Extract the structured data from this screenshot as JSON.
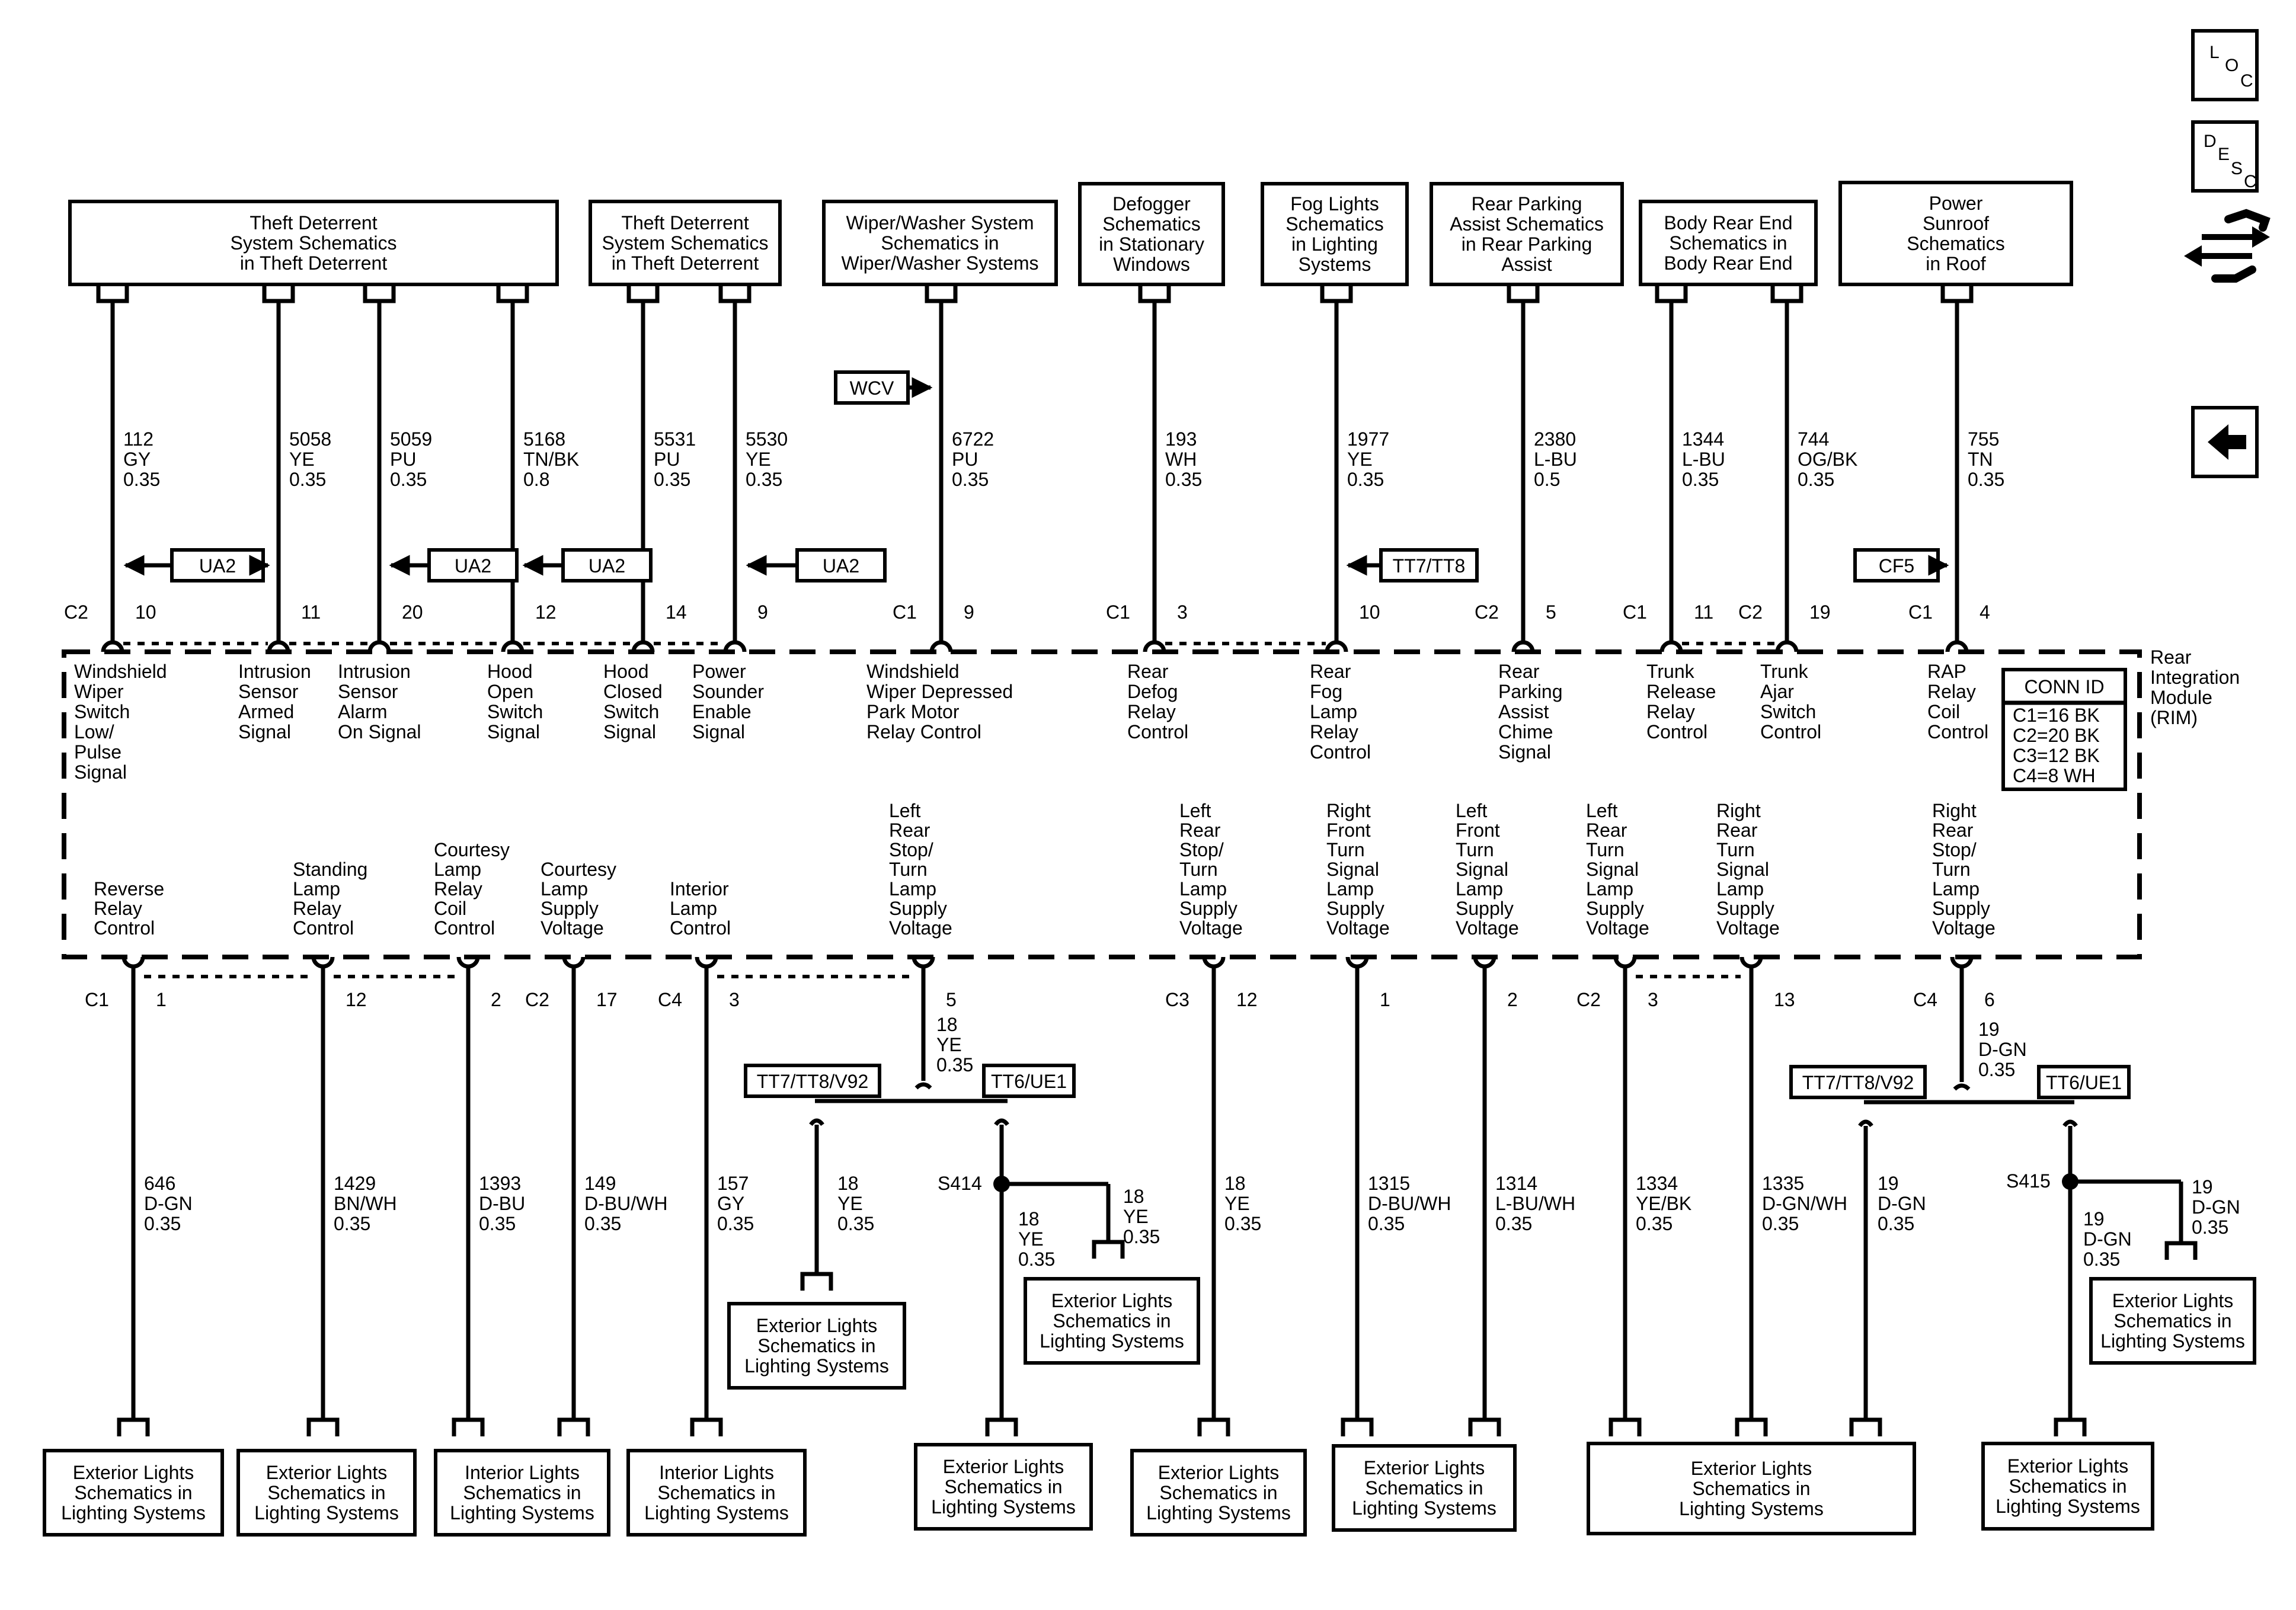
{
  "side_icons": {
    "loc": [
      "L",
      "O",
      "C"
    ],
    "desc": [
      "D",
      "E",
      "S",
      "C"
    ]
  },
  "module": {
    "name": [
      "Rear",
      "Integration",
      "Module",
      "(RIM)"
    ],
    "conn_id": {
      "title": "CONN ID",
      "rows": [
        "C1=16 BK",
        "C2=20 BK",
        "C3=12 BK",
        "C4=8 WH"
      ]
    }
  },
  "top_boxes": [
    {
      "lines": [
        "Theft Deterrent",
        "System Schematics",
        "in Theft Deterrent"
      ]
    },
    {
      "lines": [
        "Theft Deterrent",
        "System Schematics",
        "in Theft Deterrent"
      ]
    },
    {
      "lines": [
        "Wiper/Washer System",
        "Schematics in",
        "Wiper/Washer Systems"
      ]
    },
    {
      "lines": [
        "Defogger",
        "Schematics",
        "in Stationary",
        "Windows"
      ]
    },
    {
      "lines": [
        "Fog Lights",
        "Schematics",
        "in Lighting",
        "Systems"
      ]
    },
    {
      "lines": [
        "Rear Parking",
        "Assist Schematics",
        "in Rear Parking",
        "Assist"
      ]
    },
    {
      "lines": [
        "Body Rear End",
        "Schematics in",
        "Body Rear End"
      ]
    },
    {
      "lines": [
        "Power",
        "Sunroof",
        "Schematics",
        "in Roof"
      ]
    }
  ],
  "top_wires": [
    {
      "circuit": [
        "112",
        "GY",
        "0.35"
      ],
      "conn": "C2",
      "pin": "10",
      "signal": [
        "Windshield",
        "Wiper",
        "Switch",
        "Low/",
        "Pulse",
        "Signal"
      ]
    },
    {
      "circuit": [
        "5058",
        "YE",
        "0.35"
      ],
      "conn": "",
      "pin": "11",
      "signal": [
        "Intrusion",
        "Sensor",
        "Armed",
        "Signal"
      ]
    },
    {
      "circuit": [
        "5059",
        "PU",
        "0.35"
      ],
      "conn": "",
      "pin": "20",
      "signal": [
        "Intrusion",
        "Sensor",
        "Alarm",
        "On Signal"
      ]
    },
    {
      "circuit": [
        "5168",
        "TN/BK",
        "0.8"
      ],
      "conn": "",
      "pin": "12",
      "signal": [
        "Hood",
        "Open",
        "Switch",
        "Signal"
      ]
    },
    {
      "circuit": [
        "5531",
        "PU",
        "0.35"
      ],
      "conn": "",
      "pin": "14",
      "signal": [
        "Hood",
        "Closed",
        "Switch",
        "Signal"
      ]
    },
    {
      "circuit": [
        "5530",
        "YE",
        "0.35"
      ],
      "conn": "",
      "pin": "9",
      "signal": [
        "Power",
        "Sounder",
        "Enable",
        "Signal"
      ]
    },
    {
      "circuit": [
        "6722",
        "PU",
        "0.35"
      ],
      "conn": "C1",
      "pin": "9",
      "signal": [
        "Windshield",
        "Wiper Depressed",
        "Park Motor",
        "Relay Control"
      ]
    },
    {
      "circuit": [
        "193",
        "WH",
        "0.35"
      ],
      "conn": "C1",
      "pin": "3",
      "signal": [
        "Rear",
        "Defog",
        "Relay",
        "Control"
      ]
    },
    {
      "circuit": [
        "1977",
        "YE",
        "0.35"
      ],
      "conn": "",
      "pin": "10",
      "signal": [
        "Rear",
        "Fog",
        "Lamp",
        "Relay",
        "Control"
      ]
    },
    {
      "circuit": [
        "2380",
        "L-BU",
        "0.5"
      ],
      "conn": "C2",
      "pin": "5",
      "signal": [
        "Rear",
        "Parking",
        "Assist",
        "Chime",
        "Signal"
      ]
    },
    {
      "circuit": [
        "1344",
        "L-BU",
        "0.35"
      ],
      "conn": "C1",
      "pin": "11",
      "signal": [
        "Trunk",
        "Release",
        "Relay",
        "Control"
      ]
    },
    {
      "circuit": [
        "744",
        "OG/BK",
        "0.35"
      ],
      "conn": "C2",
      "pin": "19",
      "signal": [
        "Trunk",
        "Ajar",
        "Switch",
        "Control"
      ]
    },
    {
      "circuit": [
        "755",
        "TN",
        "0.35"
      ],
      "conn": "C1",
      "pin": "4",
      "signal": [
        "RAP",
        "Relay",
        "Coil",
        "Control"
      ]
    }
  ],
  "options": {
    "ua2": "UA2",
    "wcv": "WCV",
    "tt7tt8": "TT7/TT8",
    "cf5": "CF5",
    "tt7tt8v92": "TT7/TT8/V92",
    "tt6ue1": "TT6/UE1"
  },
  "bottom_wires": [
    {
      "signal": [
        "Reverse",
        "Relay",
        "Control"
      ],
      "conn": "C1",
      "pin": "1",
      "circuit": [
        "646",
        "D-GN",
        "0.35"
      ],
      "box": [
        "Exterior Lights",
        "Schematics in",
        "Lighting Systems"
      ]
    },
    {
      "signal": [
        "Standing",
        "Lamp",
        "Relay",
        "Control"
      ],
      "conn": "",
      "pin": "12",
      "circuit": [
        "1429",
        "BN/WH",
        "0.35"
      ],
      "box": [
        "Exterior Lights",
        "Schematics in",
        "Lighting Systems"
      ]
    },
    {
      "signal": [
        "Courtesy",
        "Lamp",
        "Relay",
        "Coil",
        "Control"
      ],
      "conn": "",
      "pin": "2",
      "circuit": [
        "1393",
        "D-BU",
        "0.35"
      ],
      "box": [
        "Interior Lights",
        "Schematics in",
        "Lighting Systems"
      ]
    },
    {
      "signal": [
        "Courtesy",
        "Lamp",
        "Supply",
        "Voltage"
      ],
      "conn": "C2",
      "pin": "17",
      "circuit": [
        "149",
        "D-BU/WH",
        "0.35"
      ],
      "box": []
    },
    {
      "signal": [
        "Interior",
        "Lamp",
        "Control"
      ],
      "conn": "C4",
      "pin": "3",
      "circuit": [
        "157",
        "GY",
        "0.35"
      ],
      "box": [
        "Interior Lights",
        "Schematics in",
        "Lighting Systems"
      ]
    },
    {
      "signal": [
        "Left",
        "Rear",
        "Stop/",
        "Turn",
        "Lamp",
        "Supply",
        "Voltage"
      ],
      "conn": "",
      "pin": "5",
      "circuit": [
        "18",
        "YE",
        "0.35"
      ],
      "box": []
    },
    {
      "signal": [
        "Left",
        "Rear",
        "Stop/",
        "Turn",
        "Lamp",
        "Supply",
        "Voltage"
      ],
      "conn": "C3",
      "pin": "12",
      "circuit": [
        "18",
        "YE",
        "0.35"
      ],
      "box": [
        "Exterior Lights",
        "Schematics in",
        "Lighting Systems"
      ]
    },
    {
      "signal": [
        "Right",
        "Front",
        "Turn",
        "Signal",
        "Lamp",
        "Supply",
        "Voltage"
      ],
      "conn": "",
      "pin": "1",
      "circuit": [
        "1315",
        "D-BU/WH",
        "0.35"
      ],
      "box": [
        "Exterior Lights",
        "Schematics in",
        "Lighting Systems"
      ]
    },
    {
      "signal": [
        "Left",
        "Front",
        "Turn",
        "Signal",
        "Lamp",
        "Supply",
        "Voltage"
      ],
      "conn": "",
      "pin": "2",
      "circuit": [
        "1314",
        "L-BU/WH",
        "0.35"
      ],
      "box": []
    },
    {
      "signal": [
        "Left",
        "Rear",
        "Turn",
        "Signal",
        "Lamp",
        "Supply",
        "Voltage"
      ],
      "conn": "C2",
      "pin": "3",
      "circuit": [
        "1334",
        "YE/BK",
        "0.35"
      ],
      "box": [
        "Exterior Lights",
        "Schematics in",
        "Lighting Systems"
      ]
    },
    {
      "signal": [
        "Right",
        "Rear",
        "Turn",
        "Signal",
        "Lamp",
        "Supply",
        "Voltage"
      ],
      "conn": "",
      "pin": "13",
      "circuit": [
        "1335",
        "D-GN/WH",
        "0.35"
      ],
      "box": []
    },
    {
      "signal": [
        "Right",
        "Rear",
        "Stop/",
        "Turn",
        "Lamp",
        "Supply",
        "Voltage"
      ],
      "conn": "C4",
      "pin": "6",
      "circuit": [
        "19",
        "D-GN",
        "0.35"
      ],
      "box": []
    }
  ],
  "branches": {
    "left": {
      "a": {
        "circuit": [
          "18",
          "YE",
          "0.35"
        ],
        "box": [
          "Exterior Lights",
          "Schematics in",
          "Lighting Systems"
        ]
      },
      "splice": "S414",
      "b": {
        "circuit": [
          "18",
          "YE",
          "0.35"
        ],
        "box": [
          "Exterior Lights",
          "Schematics in",
          "Lighting Systems"
        ]
      },
      "c": {
        "circuit": [
          "18",
          "YE",
          "0.35"
        ],
        "box": [
          "Exterior Lights",
          "Schematics in",
          "Lighting Systems"
        ]
      }
    },
    "right": {
      "a": {
        "circuit": [
          "19",
          "D-GN",
          "0.35"
        ]
      },
      "splice": "S415",
      "b": {
        "circuit": [
          "19",
          "D-GN",
          "0.35"
        ],
        "box": [
          "Exterior Lights",
          "Schematics in",
          "Lighting Systems"
        ]
      },
      "c": {
        "circuit": [
          "19",
          "D-GN",
          "0.35"
        ],
        "box": [
          "Exterior Lights",
          "Schematics in",
          "Lighting Systems"
        ]
      }
    }
  }
}
